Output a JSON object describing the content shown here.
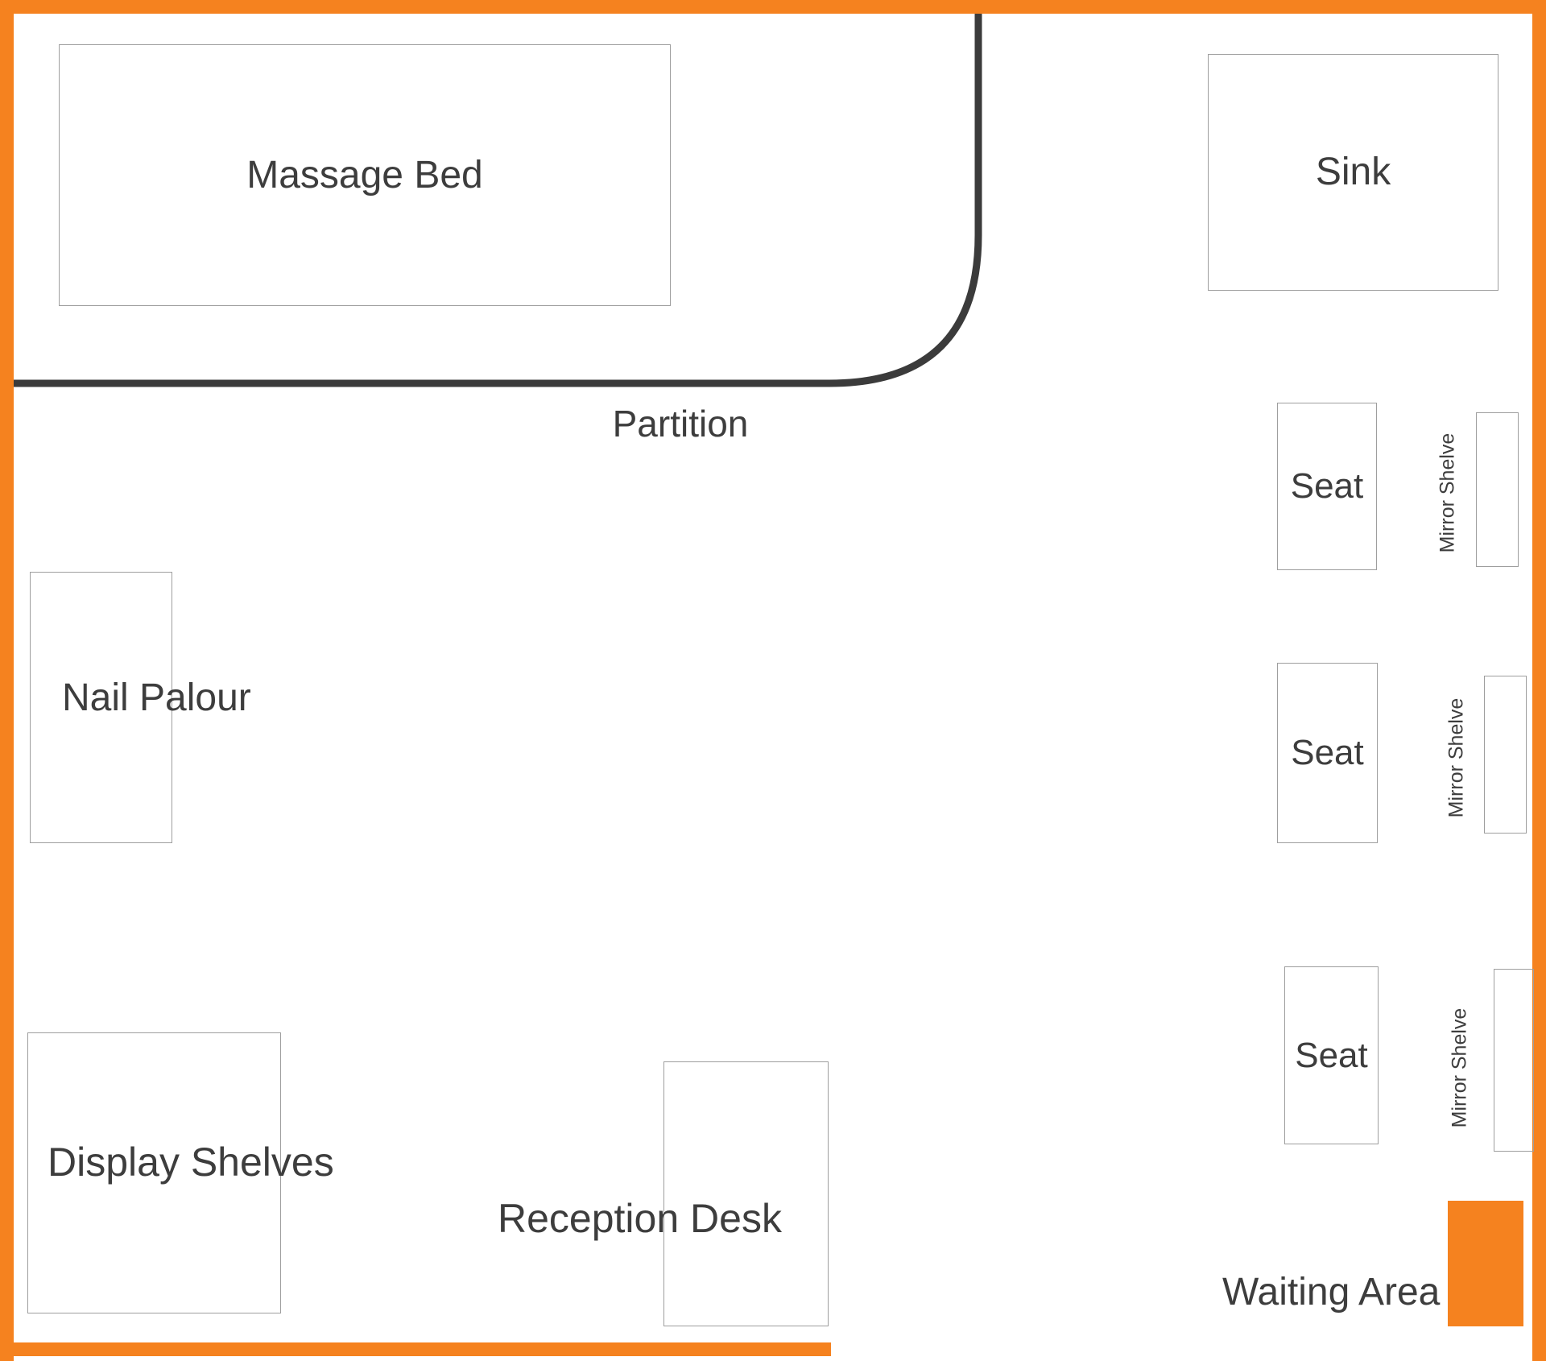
{
  "colors": {
    "wall": "#F5821F",
    "partition": "#3b3b3b",
    "outline": "#9e9e9e",
    "text": "#3d3d3d",
    "background": "#ffffff"
  },
  "rooms": {
    "massage_bed": "Massage Bed",
    "sink": "Sink",
    "partition": "Partition",
    "nail_parlour": "Nail Palour",
    "display_shelves": "Display Shelves",
    "reception_desk": "Reception Desk",
    "waiting_area": "Waiting Area"
  },
  "seats": [
    {
      "label": "Seat",
      "mirror": "Mirror Shelve"
    },
    {
      "label": "Seat",
      "mirror": "Mirror Shelve"
    },
    {
      "label": "Seat",
      "mirror": "Mirror Shelve"
    }
  ]
}
